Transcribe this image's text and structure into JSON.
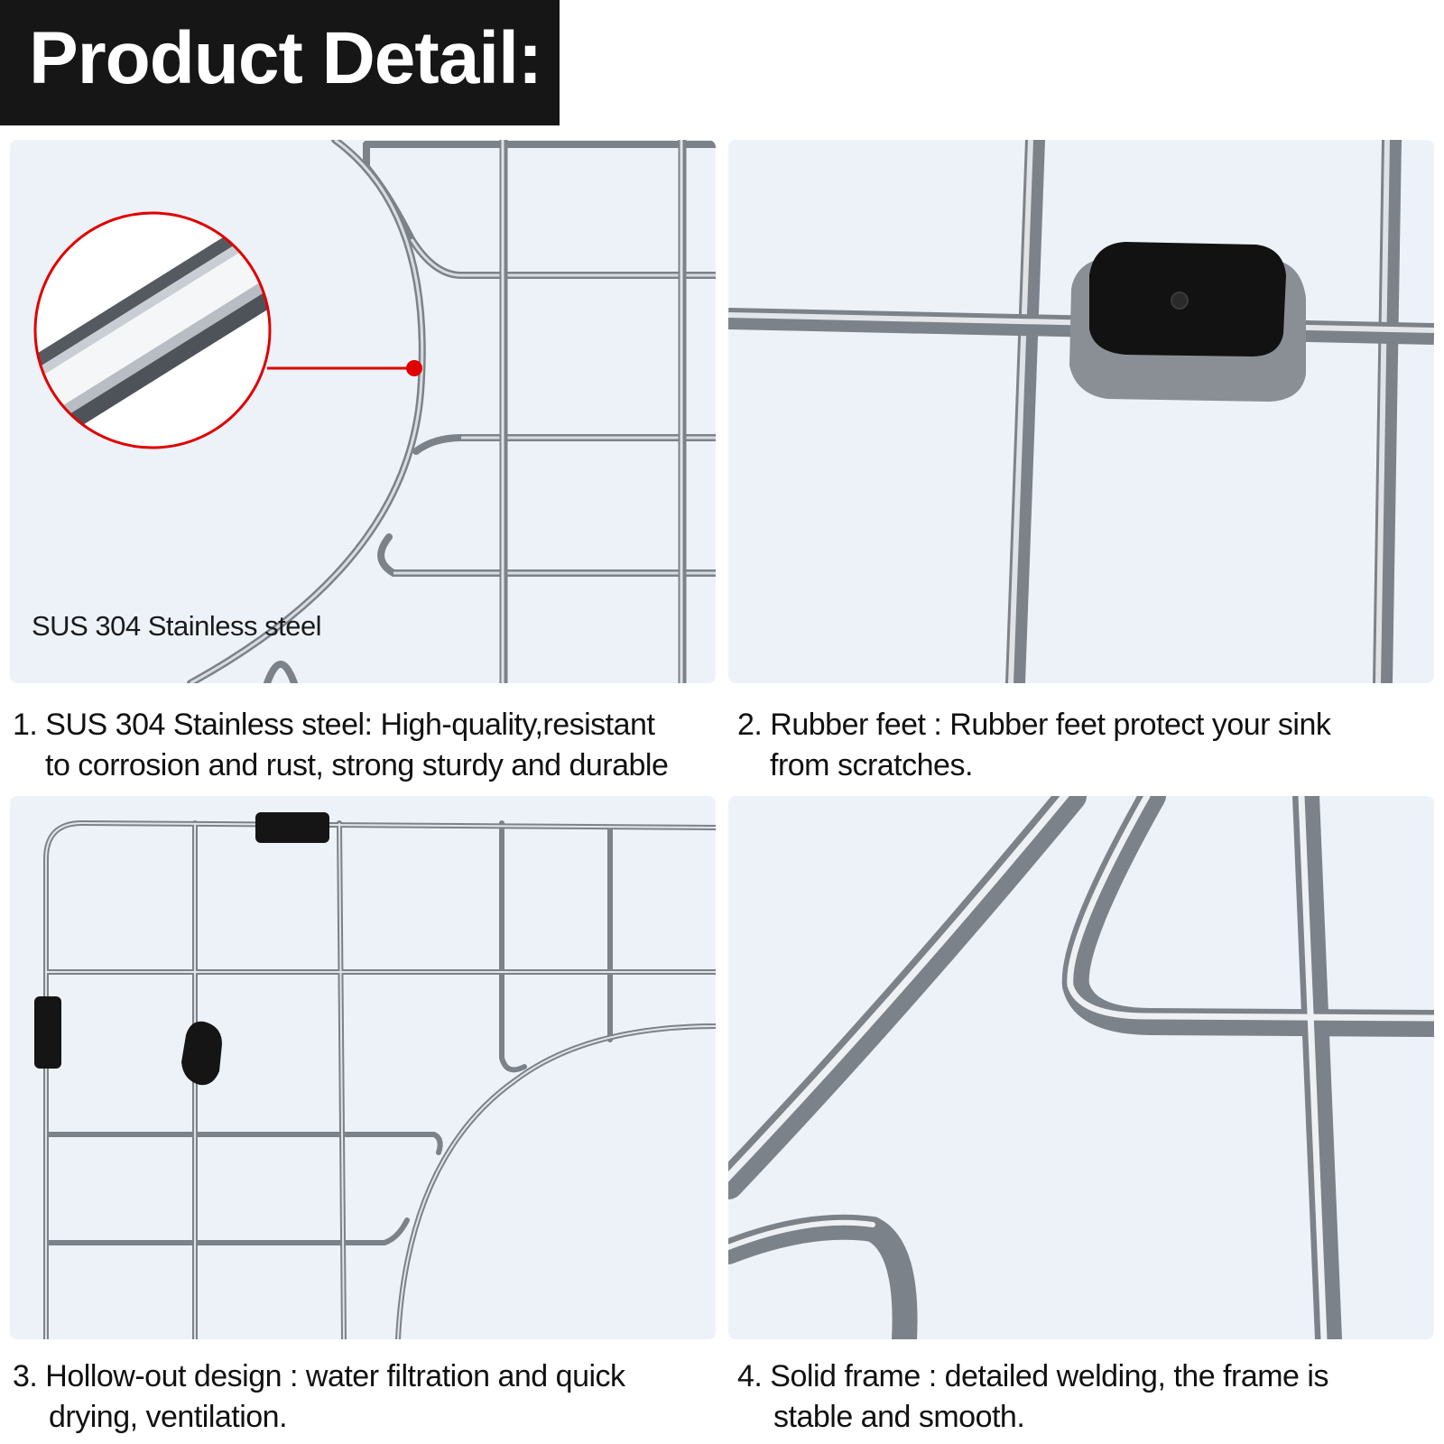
{
  "header": {
    "title": "Product Detail:"
  },
  "panels": [
    {
      "callout_label": "SUS 304 Stainless steel",
      "caption_line1": "1. SUS 304 Stainless steel: High-quality,resistant",
      "caption_line2": "to corrosion and rust, strong sturdy and durable"
    },
    {
      "caption_line1": "2. Rubber feet : Rubber feet protect your sink",
      "caption_line2": "from scratches."
    },
    {
      "caption_line1": "3. Hollow-out design : water filtration and quick",
      "caption_line2": "drying, ventilation."
    },
    {
      "caption_line1": "4. Solid frame : detailed welding, the frame is",
      "caption_line2": "stable and smooth."
    }
  ],
  "colors": {
    "banner_bg": "#161616",
    "panel_bg": "#edf2f8",
    "callout_red": "#e00000",
    "steel": "#9aa0a6"
  }
}
